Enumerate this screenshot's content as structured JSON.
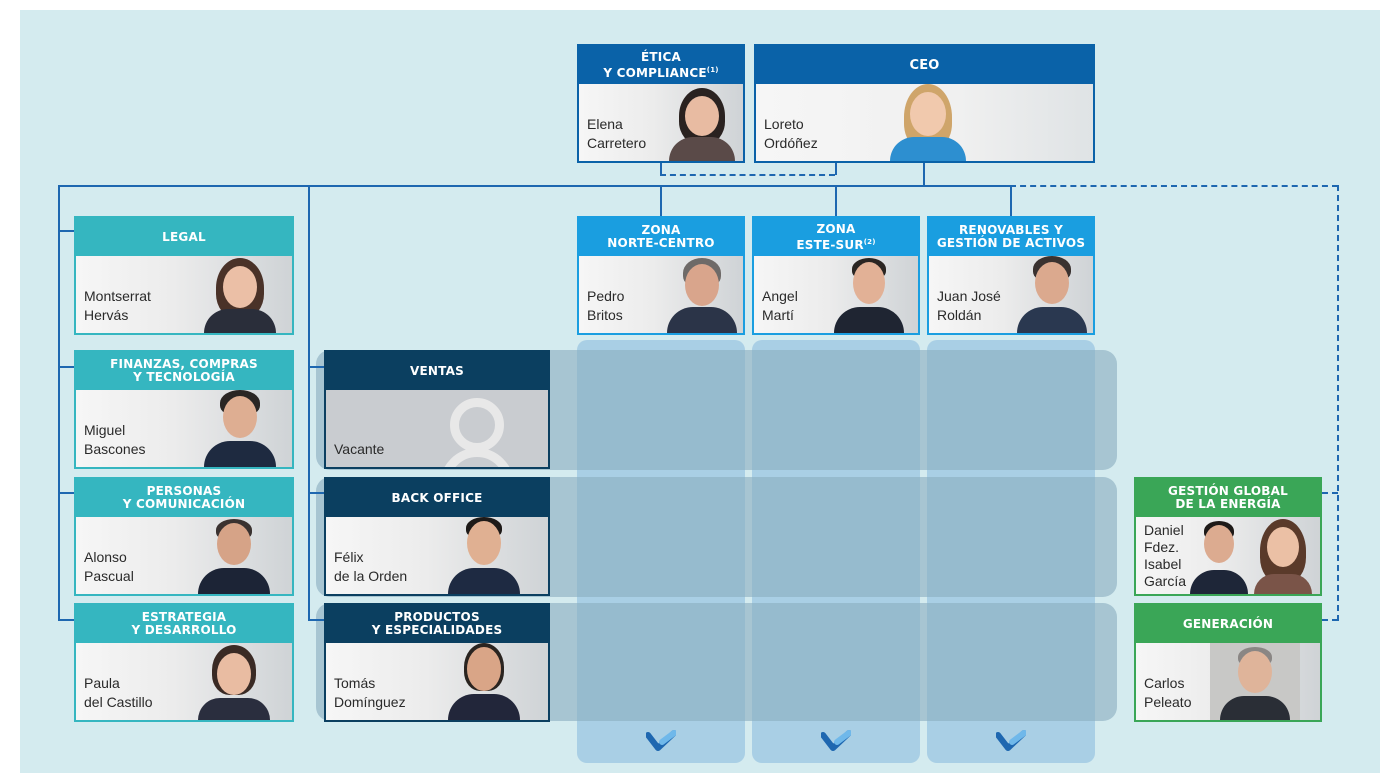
{
  "colors": {
    "background": "#d4ebef",
    "navy_header": "#0a62a8",
    "blue_header": "#1a9ee0",
    "teal_header": "#35b6c0",
    "dark_header": "#0b3f60",
    "green_header": "#3aa657",
    "line": "#1e67b0"
  },
  "top": [
    {
      "title": "ÉTICA\nY COMPLIANCE",
      "sup": "(1)",
      "name": "Elena\nCarretero"
    },
    {
      "title": "CEO",
      "sup": "",
      "name": "Loreto\nOrdóñez"
    }
  ],
  "zones": [
    {
      "title": "ZONA\nNORTE-CENTRO",
      "sup": "",
      "name": "Pedro\nBritos"
    },
    {
      "title": "ZONA\nESTE-SUR",
      "sup": "(2)",
      "name": "Angel\nMartí"
    },
    {
      "title": "RENOVABLES Y\nGESTIÓN DE ACTIVOS",
      "sup": "",
      "name": "Juan José\nRoldán"
    }
  ],
  "left": [
    {
      "title": "LEGAL",
      "name": "Montserrat\nHervás"
    },
    {
      "title": "FINANZAS, COMPRAS\nY TECNOLOGÍA",
      "name": "Miguel\nBascones"
    },
    {
      "title": "PERSONAS\nY COMUNICACIÓN",
      "name": "Alonso\nPascual"
    },
    {
      "title": "ESTRATEGIA\nY DESARROLLO",
      "name": "Paula\ndel Castillo"
    }
  ],
  "middle": [
    {
      "title": "VENTAS",
      "name": "Vacante"
    },
    {
      "title": "BACK OFFICE",
      "name": "Félix\nde la Orden"
    },
    {
      "title": "PRODUCTOS\nY ESPECIALIDADES",
      "name": "Tomás\nDomínguez"
    }
  ],
  "right": [
    {
      "title": "GESTIÓN GLOBAL\nDE LA ENERGÍA",
      "name": "Daniel\nFdez.\nIsabel\nGarcía"
    },
    {
      "title": "GENERACIÓN",
      "name": "Carlos\nPeleato"
    }
  ]
}
